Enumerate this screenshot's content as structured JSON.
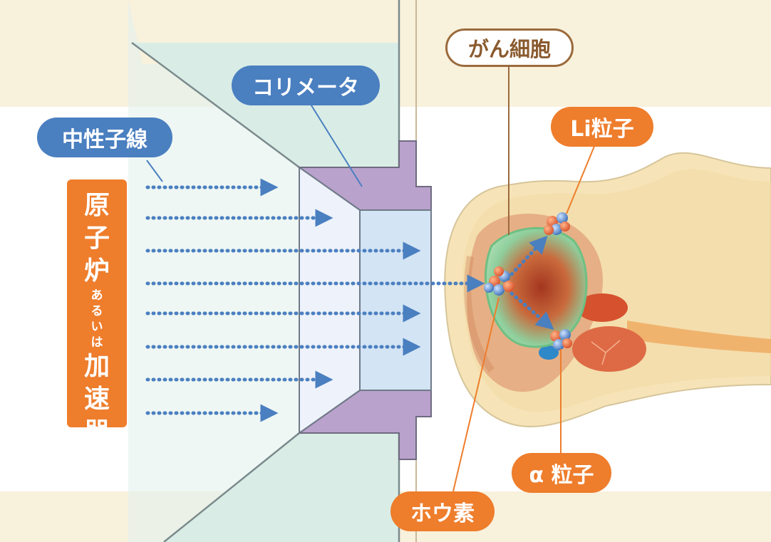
{
  "labels": {
    "neutron_beam": "中性子線",
    "collimator": "コリメータ",
    "cancer_cell": "がん細胞",
    "li_particle": "Li粒子",
    "alpha_particle": "α 粒子",
    "boron": "ホウ素"
  },
  "source": {
    "line1": "原",
    "line2": "子",
    "line3": "炉",
    "line4": "あ",
    "line5": "る",
    "line6": "い",
    "line7": "は",
    "line8": "加",
    "line9": "速",
    "line10": "器"
  },
  "colors": {
    "blue_label": "#4a7fc0",
    "orange_label": "#ee7d2c",
    "collimator_purple": "#b9a2cc",
    "arrow_blue": "#4a7fc0",
    "tumor_green": "#8ed29e",
    "tumor_core": "#b4432a"
  }
}
